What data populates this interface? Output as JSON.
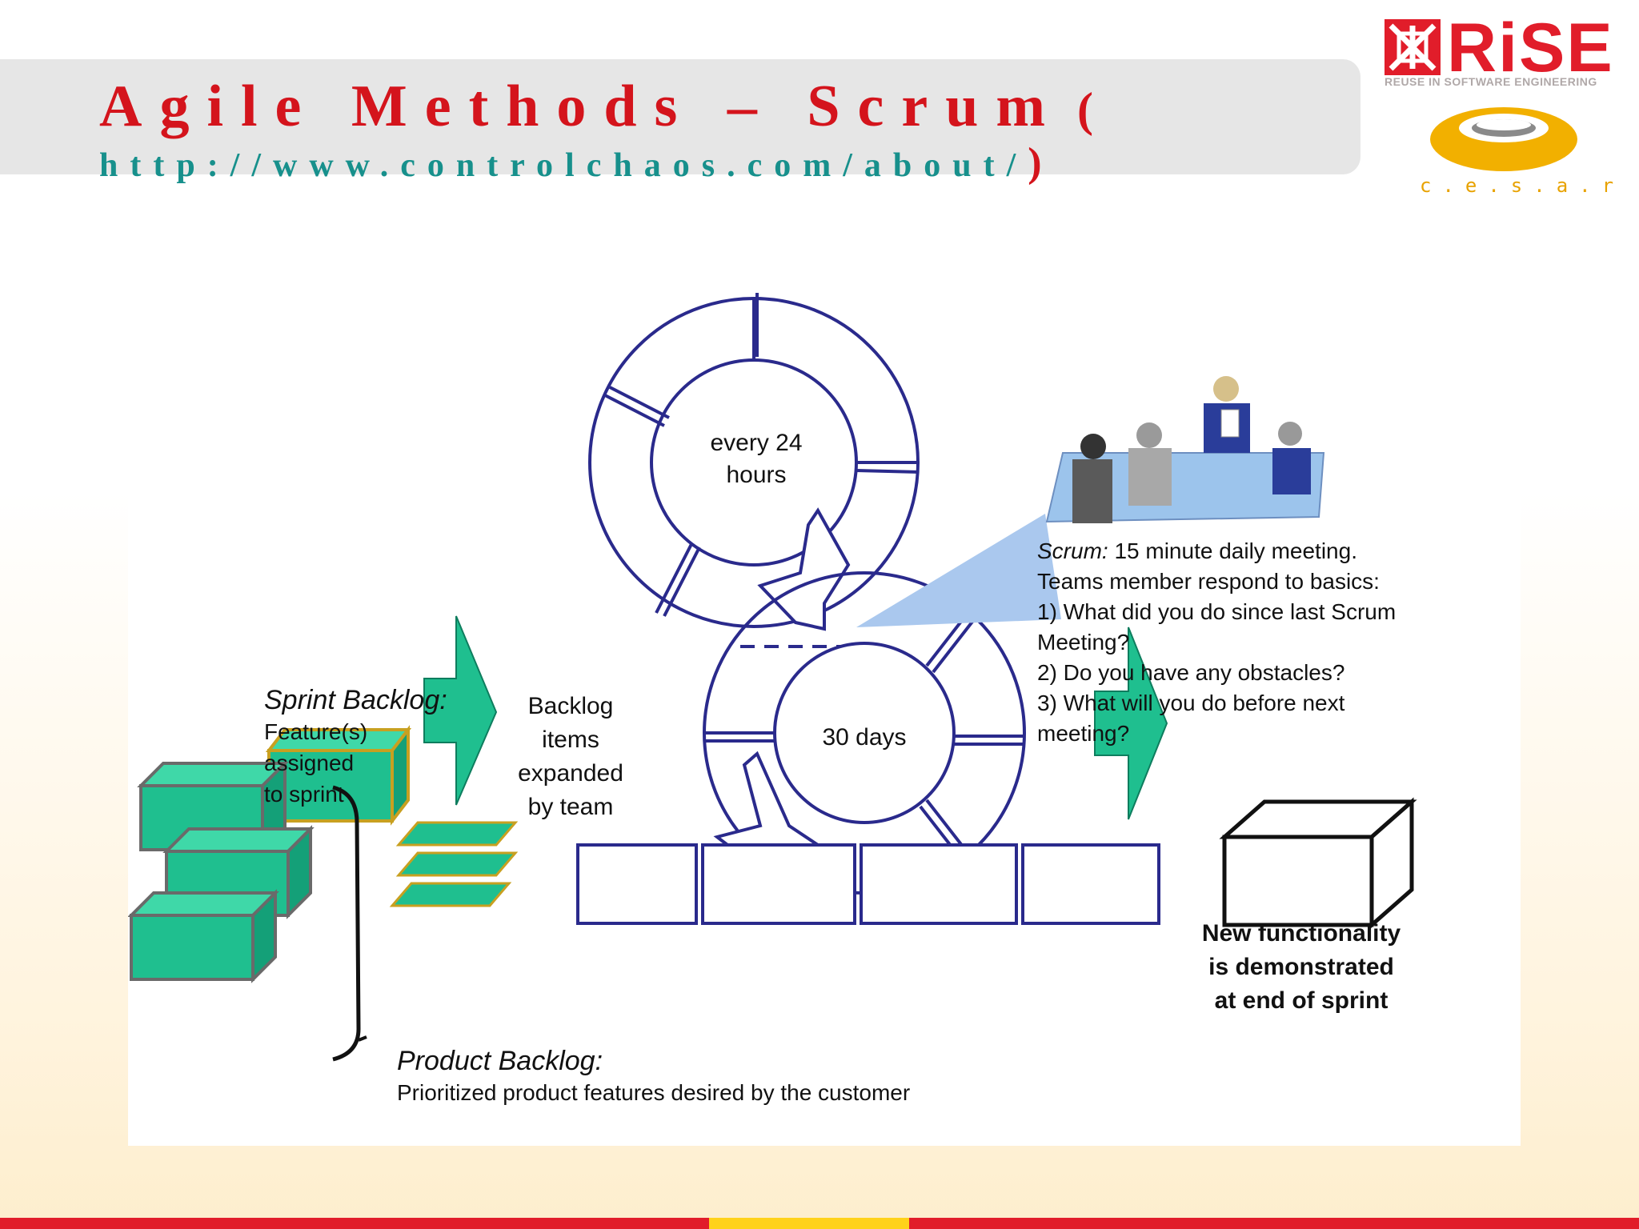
{
  "title": {
    "main": "Agile Methods – Scrum",
    "open_paren": "(",
    "url": "http://www.controlchaos.com/about/",
    "close_paren": ")"
  },
  "logos": {
    "rise": {
      "word": "RiSE",
      "tagline": "REUSE IN SOFTWARE ENGINEERING"
    },
    "cesar": {
      "word": "c.e.s.a.r"
    }
  },
  "diagram": {
    "daily_cycle": {
      "line1": "every 24",
      "line2": "hours"
    },
    "sprint_cycle": {
      "label": "30 days"
    },
    "sprint_backlog": {
      "heading": "Sprint Backlog:",
      "line1": "Feature(s)",
      "line2": "assigned",
      "line3": "to sprint"
    },
    "backlog_items": {
      "line1": "Backlog",
      "line2": "items",
      "line3": "expanded",
      "line4": "by team"
    },
    "scrum_meeting": {
      "heading": "Scrum:",
      "line1": " 15 minute daily meeting.",
      "line2": "Teams member respond to basics:",
      "line3": " 1) What did you do since last Scrum",
      "line4": "Meeting?",
      "line5": " 2) Do you have any obstacles?",
      "line6": " 3) What will you do before next",
      "line7": "meeting?"
    },
    "new_functionality": {
      "line1": "New functionality",
      "line2": "is demonstrated",
      "line3": "at end of sprint"
    },
    "product_backlog": {
      "heading": "Product Backlog:",
      "line1": "Prioritized product features desired by the customer"
    },
    "colors": {
      "cycle_stroke": "#2a2a8c",
      "block_fill": "#1fbf8f",
      "block_edge": "#c8a020",
      "arrow_fill": "#1fbf8f",
      "callout_fill": "#aac8ee"
    }
  }
}
